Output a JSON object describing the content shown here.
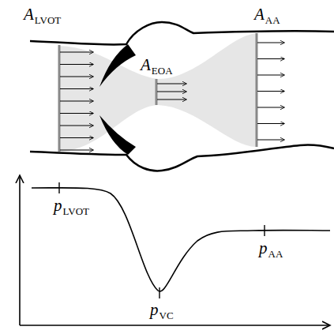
{
  "diagram": {
    "labels": [
      "A",
      "LVOT",
      "A",
      "EOA",
      "A",
      "AA",
      "p",
      "LVOT",
      "p",
      "VC",
      "p",
      "AA"
    ]
  }
}
